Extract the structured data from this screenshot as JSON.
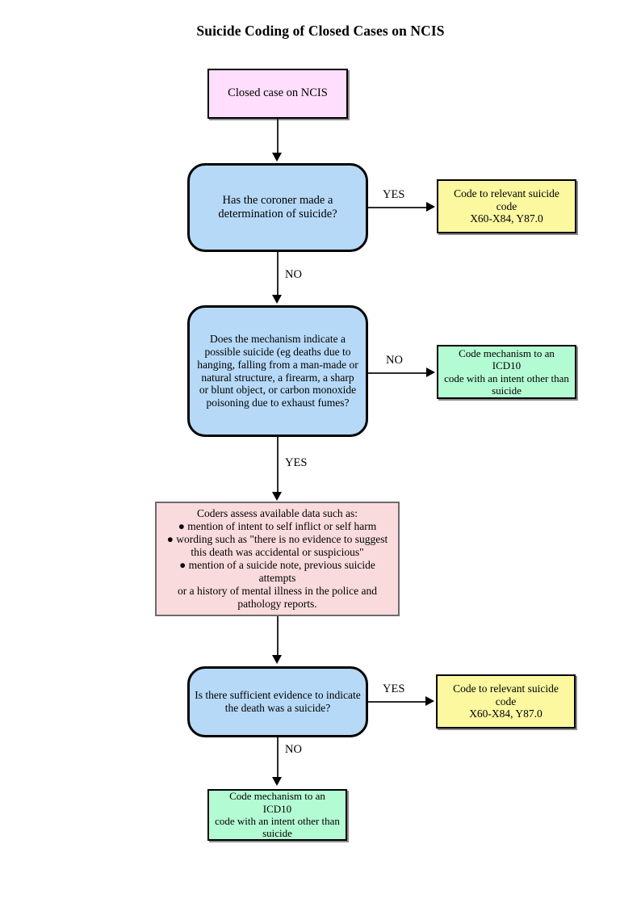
{
  "title": "Suicide Coding of Closed Cases on NCIS",
  "colors": {
    "start_fill": "#ffddfc",
    "decision_fill": "#b6d9f7",
    "suicide_code_fill": "#fbf8a0",
    "other_intent_fill": "#b3fbd3",
    "process_fill": "#fadbdd",
    "stroke": "#000000"
  },
  "nodes": {
    "start": {
      "label": "Closed case on NCIS",
      "shape": "rectangle",
      "fill": "#ffddfc"
    },
    "decision_coroner": {
      "label": "Has the coroner made a determination of suicide?",
      "lines": [
        "Has the coroner made a",
        "determination of suicide?"
      ],
      "shape": "rounded-rectangle",
      "fill": "#b6d9f7"
    },
    "code_suicide_top": {
      "lines": [
        "Code to relevant suicide code",
        "X60-X84, Y87.0"
      ],
      "shape": "rectangle",
      "fill": "#fbf8a0"
    },
    "decision_mechanism": {
      "lines": [
        "Does the mechanism indicate a",
        "possible suicide (eg deaths due to",
        "hanging, falling from a man-made or",
        "natural structure, a firearm, a sharp",
        "or blunt object, or carbon monoxide",
        "poisoning due to exhaust fumes?"
      ],
      "shape": "rounded-rectangle",
      "fill": "#b6d9f7"
    },
    "code_other_intent_mid": {
      "lines": [
        "Code mechanism to an ICD10",
        "code with an intent other than",
        "suicide"
      ],
      "shape": "rectangle",
      "fill": "#b3fbd3"
    },
    "coders_assess": {
      "heading": "Coders assess available data such as:",
      "bullet_glyph": "●",
      "bullets": [
        [
          "mention of intent to self inflict or self harm"
        ],
        [
          "wording such as \"there is no evidence to suggest",
          "this death was accidental or suspicious\""
        ],
        [
          "mention of a suicide note, previous suicide attempts",
          "or a history of mental illness in the police and",
          "pathology reports."
        ]
      ],
      "shape": "rectangle",
      "fill": "#fadbdd"
    },
    "decision_evidence": {
      "lines": [
        "Is there sufficient evidence to indicate",
        "the death was a suicide?"
      ],
      "shape": "rounded-rectangle",
      "fill": "#b6d9f7"
    },
    "code_suicide_bottom": {
      "lines": [
        "Code to relevant suicide code",
        "X60-X84, Y87.0"
      ],
      "shape": "rectangle",
      "fill": "#fbf8a0"
    },
    "code_other_intent_bottom": {
      "lines": [
        "Code mechanism to an ICD10",
        "code with an intent other than",
        "suicide"
      ],
      "shape": "rectangle",
      "fill": "#b3fbd3"
    }
  },
  "edges": {
    "coroner_yes": "YES",
    "coroner_no": "NO",
    "mechanism_no": "NO",
    "mechanism_yes": "YES",
    "evidence_yes": "YES",
    "evidence_no": "NO"
  }
}
